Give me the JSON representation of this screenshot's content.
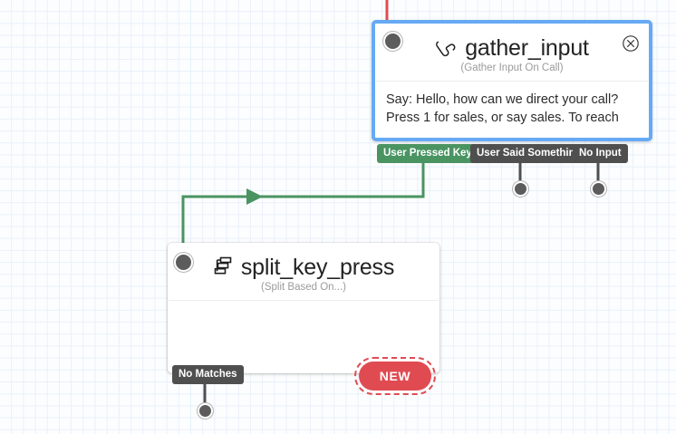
{
  "canvas": {
    "background_color": "#fcfdfe",
    "grid_color": "#e8f1fa"
  },
  "colors": {
    "selection_blue": "#66aaf5",
    "exit_green": "#4a9462",
    "exit_gray": "#4f4f4f",
    "new_red": "#e04b52",
    "wire_green": "#4a9462",
    "wire_blue": "#66aaf5",
    "wire_red": "#e04b52",
    "wire_dark": "#4f4f4f"
  },
  "nodes": [
    {
      "id": "gather_input",
      "title": "gather_input",
      "subtitle": "(Gather Input On Call)",
      "icon": "phone-icon",
      "body_text": "Say: Hello, how can we direct your call? Press 1 for sales, or say sales. To reach",
      "selected": true,
      "close_label": "×",
      "exits": [
        {
          "label": "User Pressed Keys",
          "color": "green",
          "connected": true
        },
        {
          "label": "User Said Something",
          "color": "gray",
          "connected": false
        },
        {
          "label": "No Input",
          "color": "gray",
          "connected": false
        }
      ]
    },
    {
      "id": "split_key_press",
      "title": "split_key_press",
      "subtitle": "(Split Based On...)",
      "icon": "split-icon",
      "body_text": "",
      "selected": false,
      "exits": [
        {
          "label": "No Matches",
          "color": "gray",
          "connected": false
        }
      ],
      "new_button_label": "NEW"
    }
  ]
}
